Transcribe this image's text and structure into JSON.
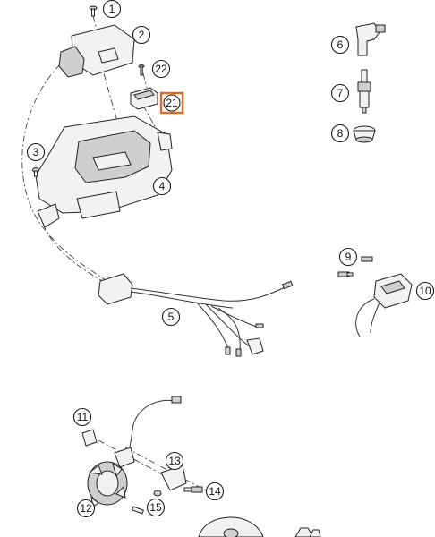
{
  "callouts": [
    {
      "id": "1",
      "label": "1"
    },
    {
      "id": "2",
      "label": "2"
    },
    {
      "id": "3",
      "label": "3"
    },
    {
      "id": "4",
      "label": "4"
    },
    {
      "id": "5",
      "label": "5"
    },
    {
      "id": "6",
      "label": "6"
    },
    {
      "id": "7",
      "label": "7"
    },
    {
      "id": "8",
      "label": "8"
    },
    {
      "id": "9",
      "label": "9"
    },
    {
      "id": "10",
      "label": "10"
    },
    {
      "id": "11",
      "label": "11"
    },
    {
      "id": "12",
      "label": "12"
    },
    {
      "id": "13",
      "label": "13"
    },
    {
      "id": "14",
      "label": "14"
    },
    {
      "id": "15",
      "label": "15"
    },
    {
      "id": "21",
      "label": "21",
      "highlighted": true
    },
    {
      "id": "22",
      "label": "22"
    }
  ],
  "colors": {
    "highlight": "#e06a1e",
    "line": "#222222",
    "part_fill": "#f2f2f2"
  }
}
